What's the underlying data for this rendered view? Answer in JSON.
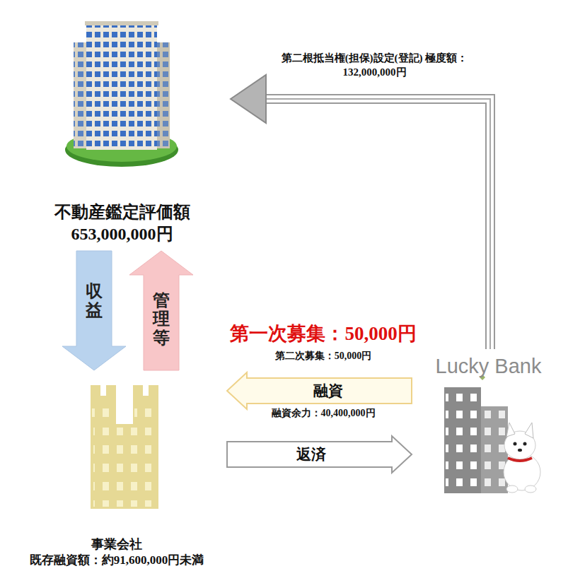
{
  "diagram": {
    "nodes": [
      {
        "text": [
          "不動産鑑定評価額",
          "653,000,000円"
        ]
      },
      {
        "text": [
          "事業会社",
          "既存融資額：約91,600,000円未満"
        ]
      },
      {
        "text": [
          "Lucky Bank"
        ]
      }
    ],
    "edges": [
      {
        "from": 0,
        "to": 1,
        "label": "収益",
        "arrow": "to"
      },
      {
        "from": 1,
        "to": 0,
        "label": "管理等",
        "arrow": "to"
      },
      {
        "from": 2,
        "to": 1,
        "label": "融資",
        "arrow": "to"
      },
      {
        "from": 1,
        "to": 2,
        "label": "返済",
        "arrow": "to"
      },
      {
        "from": 2,
        "to": 0,
        "label": "第二根抵当権(担保)設定(登記) 極度額：132,000,000円",
        "arrow": "to"
      }
    ],
    "labels": [
      "第一次募集：50,000円",
      "第二次募集：50,000円",
      "融資余力：40,400,000円"
    ]
  }
}
